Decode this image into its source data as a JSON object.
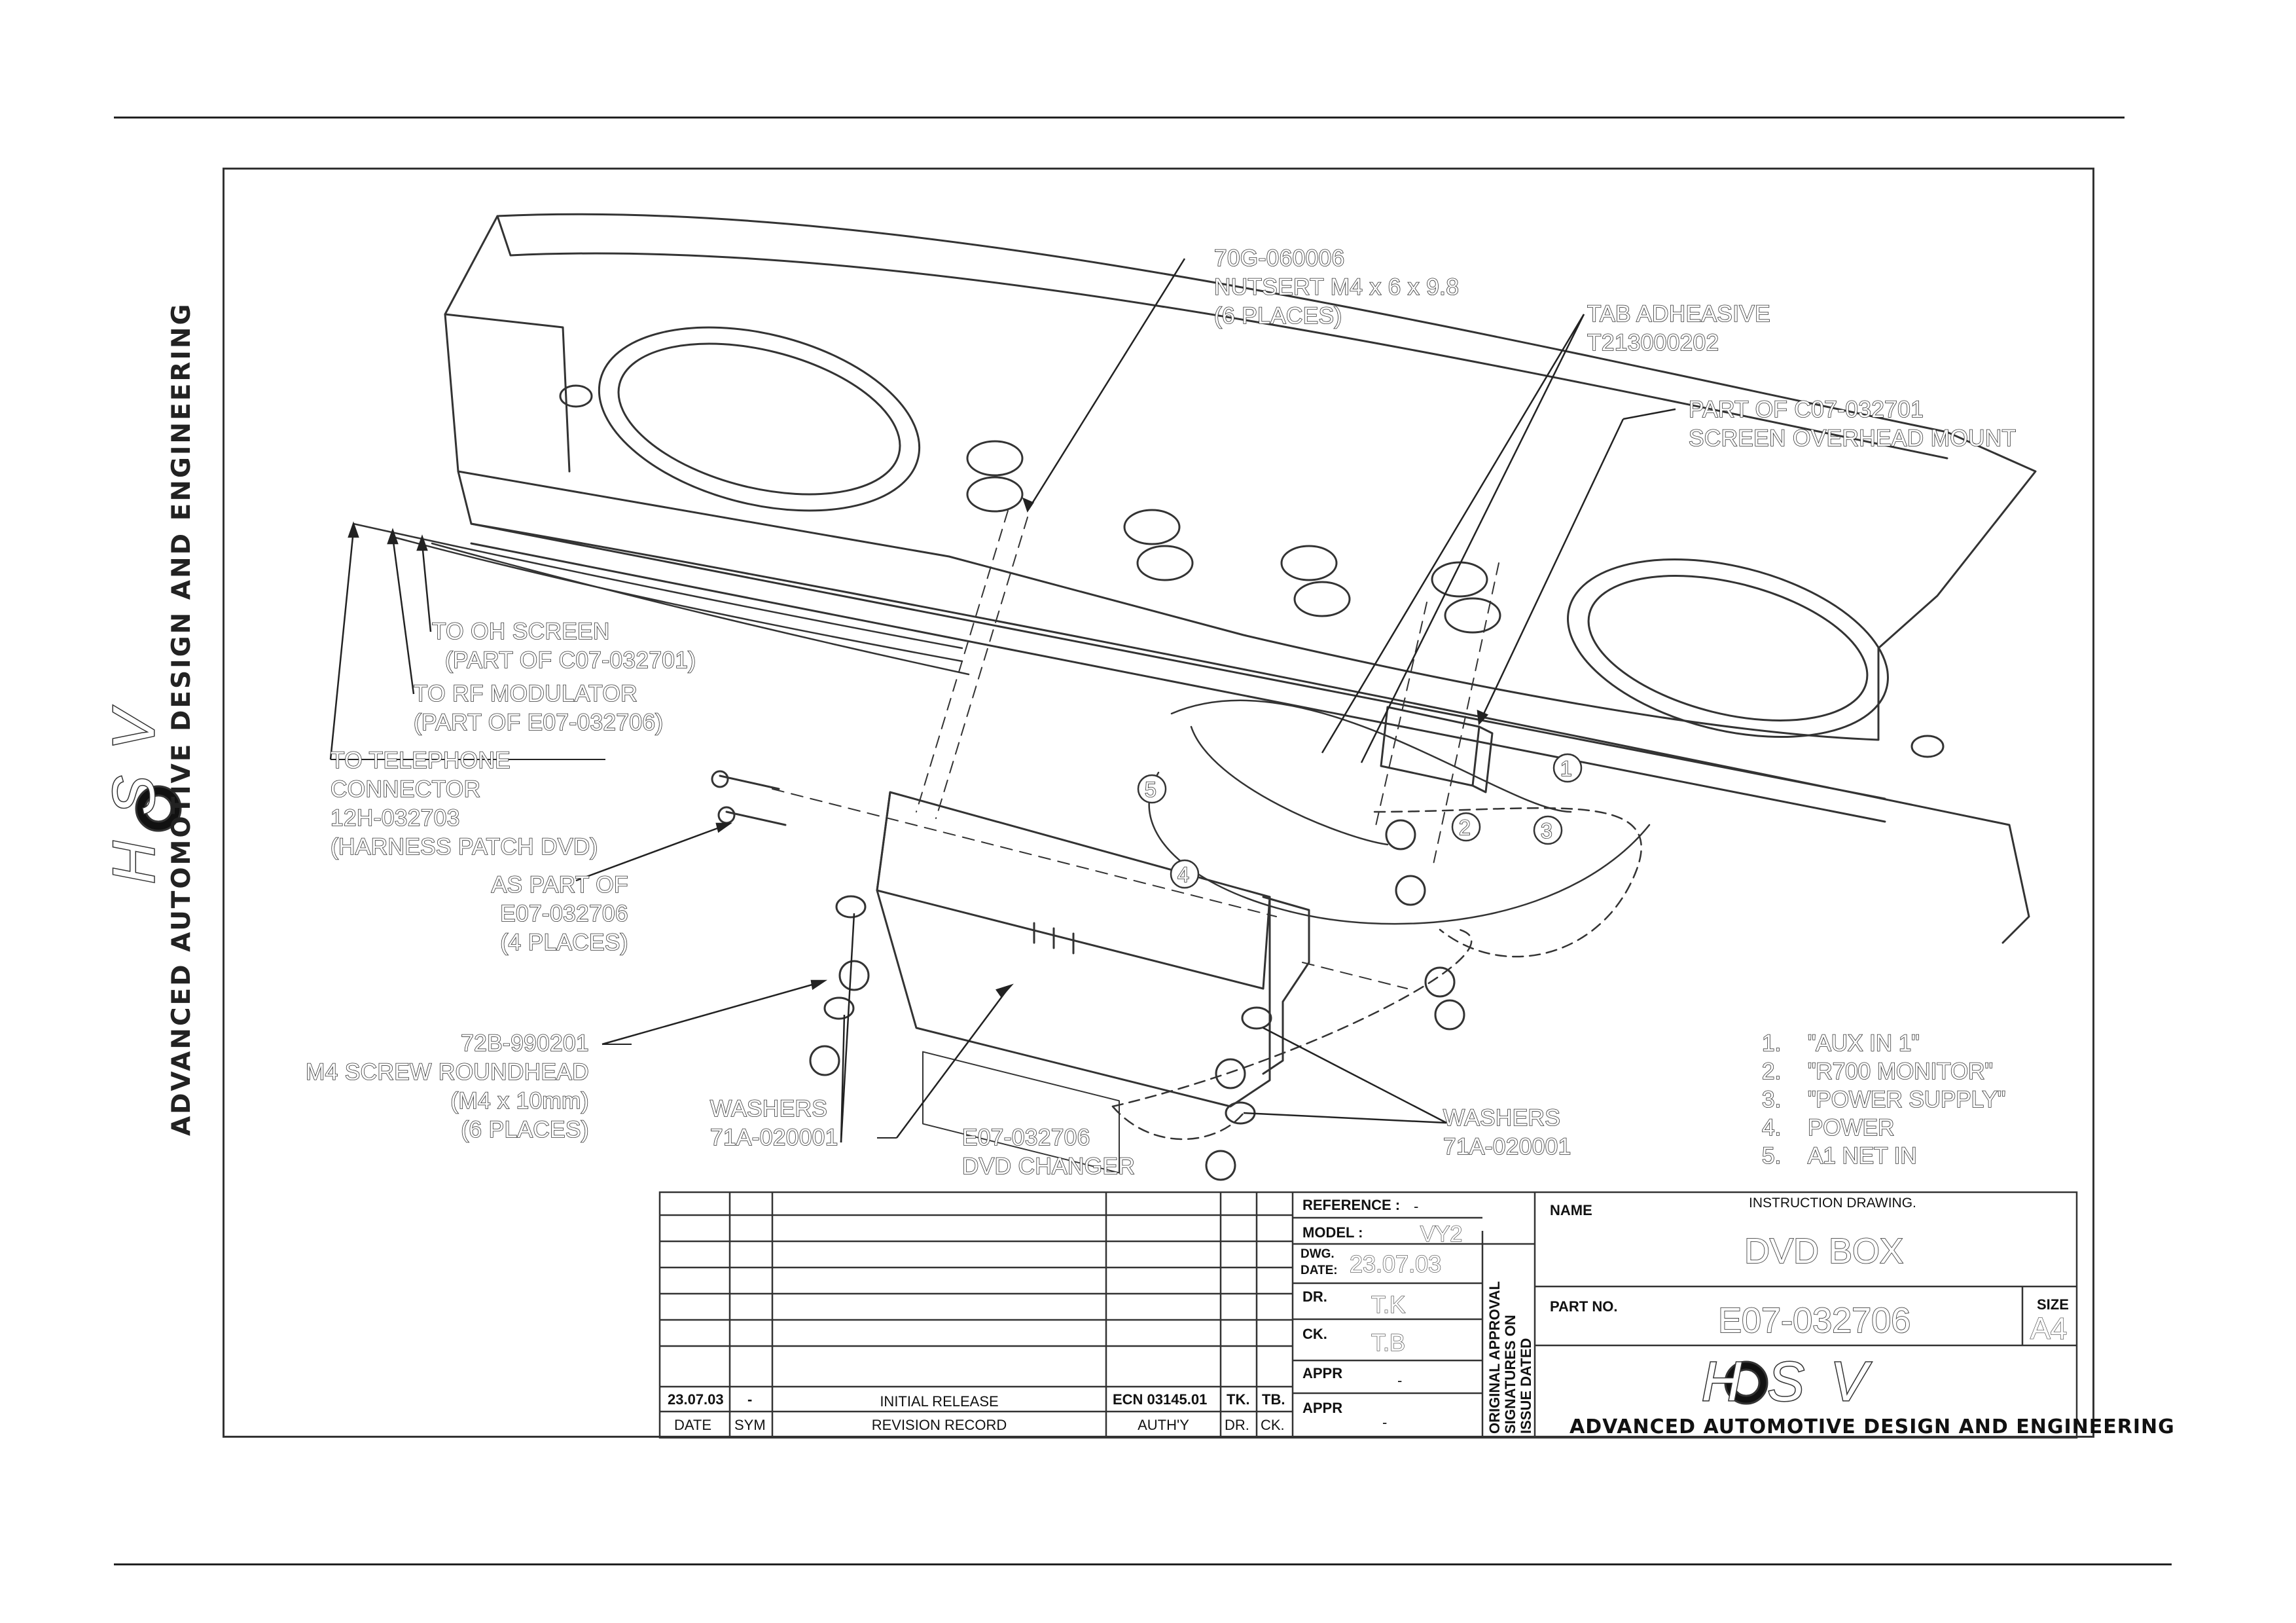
{
  "callouts": {
    "nutsert": [
      "70G-060006",
      "NUTSERT M4 x 6 x 9.8",
      "(6 PLACES)"
    ],
    "tab_adhesive": [
      "TAB ADHEASIVE",
      "T213000202"
    ],
    "screen_mount": [
      "PART OF C07-032701",
      "SCREEN OVERHEAD MOUNT"
    ],
    "oh_screen": [
      "TO OH SCREEN",
      "(PART OF C07-032701)"
    ],
    "rf_modulator": [
      "TO RF MODULATOR",
      "(PART OF E07-032706)"
    ],
    "telephone": [
      "TO TELEPHONE",
      "CONNECTOR",
      "12H-032703",
      "(HARNESS PATCH DVD)"
    ],
    "as_part_of": [
      "AS PART OF",
      "E07-032706",
      "(4 PLACES)"
    ],
    "screw": [
      "72B-990201",
      "M4 SCREW ROUNDHEAD",
      "(M4 x 10mm)",
      "(6 PLACES)"
    ],
    "washers_left": [
      "WASHERS",
      "71A-020001"
    ],
    "dvd_changer": [
      "E07-032706",
      "DVD CHANGER"
    ],
    "washers_right": [
      "WASHERS",
      "71A-020001"
    ]
  },
  "connector_numbers": [
    "1",
    "2",
    "3",
    "4",
    "5"
  ],
  "legend": [
    {
      "num": "1.",
      "label": "\"AUX IN 1\""
    },
    {
      "num": "2.",
      "label": "\"R700 MONITOR\""
    },
    {
      "num": "3.",
      "label": "\"POWER SUPPLY\""
    },
    {
      "num": "4.",
      "label": "POWER"
    },
    {
      "num": "5.",
      "label": "A1 NET IN"
    }
  ],
  "brand": {
    "side_text": "ADVANCED AUTOMOTIVE DESIGN AND ENGINEERING",
    "logo_letters": "HSV"
  },
  "revision": {
    "row": {
      "date": "23.07.03",
      "sym": "-",
      "record": "INITIAL RELEASE",
      "auth": "ECN 03145.01",
      "dr": "TK.",
      "ck": "TB."
    },
    "headers": {
      "date": "DATE",
      "sym": "SYM",
      "record": "REVISION RECORD",
      "auth": "AUTH'Y",
      "dr": "DR.",
      "ck": "CK."
    }
  },
  "title_block": {
    "reference_label": "REFERENCE :",
    "reference_value": "-",
    "model_label": "MODEL :",
    "model_value": "VY2",
    "dwg_date_label_1": "DWG.",
    "dwg_date_label_2": "DATE:",
    "dwg_date_value": "23.07.03",
    "dr_label": "DR.",
    "dr_value": "T.K",
    "ck_label": "CK.",
    "ck_value": "T.B",
    "appr_label_1": "APPR",
    "appr_value_1": "-",
    "appr_label_2": "APPR",
    "appr_value_2": "-",
    "approval_note": [
      "ORIGINAL APPROVAL",
      "SIGNATURES ON",
      "ISSUE DATED"
    ],
    "name_label": "NAME",
    "instruction": "INSTRUCTION DRAWING.",
    "title": "DVD BOX",
    "part_no_label": "PART NO.",
    "part_no": "E07-032706",
    "size_label": "SIZE",
    "size": "A4",
    "footer_brand": "ADVANCED AUTOMOTIVE DESIGN AND ENGINEERING",
    "logo_letters": "HSV"
  }
}
